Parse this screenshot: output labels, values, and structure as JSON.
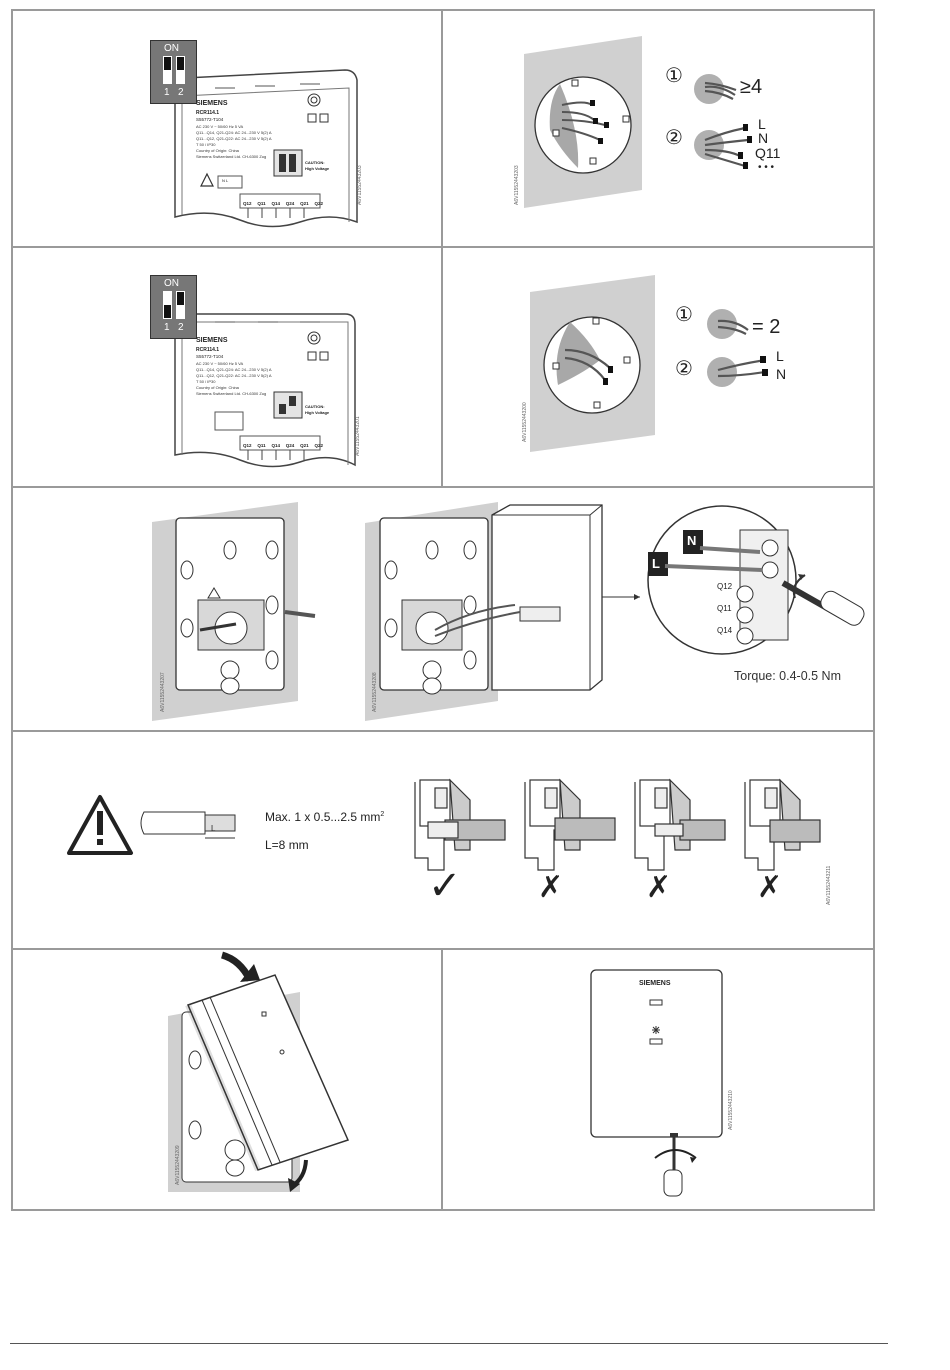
{
  "panel1": {
    "dip": {
      "on_label": "ON",
      "n1": "1",
      "n2": "2"
    },
    "brand": "SIEMENS",
    "model": "RCR114.1",
    "ordernum": "S55772-T104",
    "spec_lines": [
      "AC 230 V ~  50/60 Hz 5 VA",
      "Q11...Q14, Q21-Q24: AC 24...230 V 5(2) A",
      "Q11...Q12, Q21-Q22: AC 24...230 V 5(2) A",
      "T 50 / IP30",
      "Country of Origin: China",
      "Siemens Switzerland Ltd. CH-6300 Zug"
    ],
    "caution": "CAUTION:",
    "high_voltage": "High Voltage",
    "terminal_labels": [
      "Q12",
      "Q11",
      "Q14",
      "Q24",
      "Q21",
      "Q22"
    ],
    "ln": "N L",
    "code": "A6V11552443203"
  },
  "panel2": {
    "circle1": "①",
    "circle2": "②",
    "ge4": "≥4",
    "labels": [
      "L",
      "N",
      "Q11",
      "• • •"
    ],
    "code": "A6V11552443203"
  },
  "panel3": {
    "dip": {
      "on_label": "ON",
      "n1": "1",
      "n2": "2"
    },
    "brand": "SIEMENS",
    "model": "RCR114.1",
    "ordernum": "S55772-T104",
    "spec_lines": [
      "AC 230 V ~  50/60 Hz 5 VA",
      "Q11...Q14, Q21-Q24: AC 24...230 V 5(2) A",
      "Q11...Q12, Q21-Q22: AC 24...230 V 5(2) A",
      "T 50 / IP30",
      "Country of Origin: China",
      "Siemens Switzerland Ltd. CH-6300 Zug"
    ],
    "caution": "CAUTION:",
    "high_voltage": "High Voltage",
    "terminal_labels": [
      "Q12",
      "Q11",
      "Q14",
      "Q24",
      "Q21",
      "Q22"
    ],
    "code": "A6V11552443201"
  },
  "panel4": {
    "circle1": "①",
    "circle2": "②",
    "eq2": "= 2",
    "labels": [
      "L",
      "N"
    ],
    "code": "A6V11552443200"
  },
  "panel5": {
    "code_a": "A6V11552443207",
    "code_b": "A6V11552443208",
    "torque": "Torque: 0.4-0.5 Nm",
    "term_N": "N",
    "term_L": "L",
    "term_Q": [
      "Q12",
      "Q11",
      "Q14"
    ]
  },
  "panel6": {
    "max": "Max. 1 x 0.5...2.5 mm",
    "sup": "2",
    "length": "L=8 mm",
    "L": "L",
    "marks": [
      "✓",
      "✗",
      "✗",
      "✗"
    ],
    "code": "A6V11552443211"
  },
  "panel7": {
    "code": "A6V11552443209"
  },
  "panel8": {
    "brand": "SIEMENS",
    "code": "A6V11552443210"
  }
}
